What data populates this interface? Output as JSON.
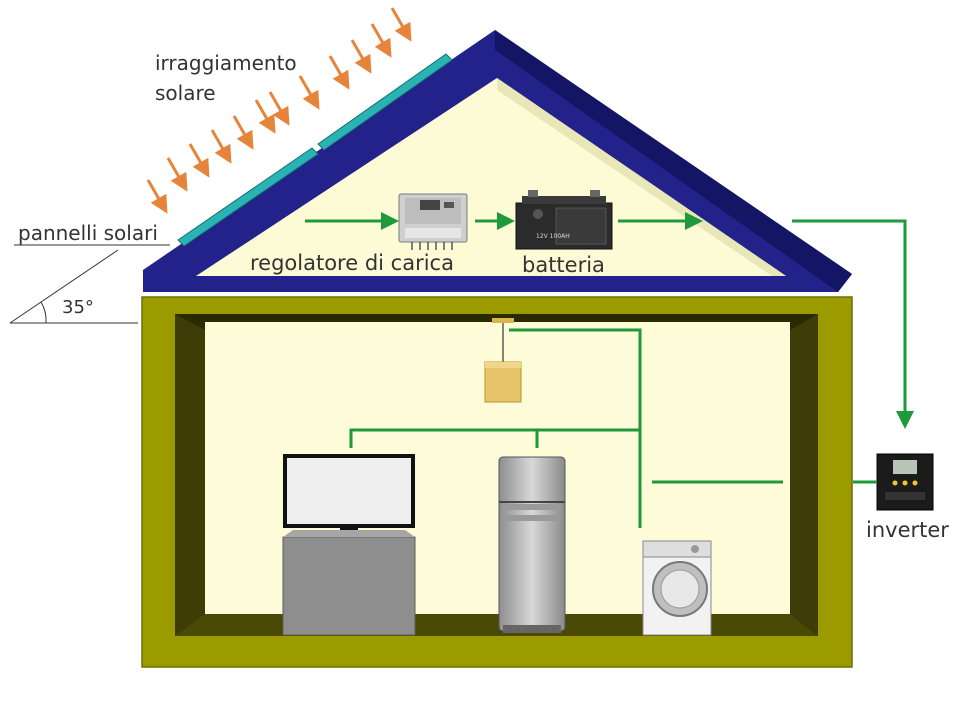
{
  "labels": {
    "irradiation_line1": "irraggiamento",
    "irradiation_line2": "solare",
    "solar_panels": "pannelli solari",
    "angle": "35°",
    "charge_controller": "regolatore di carica",
    "battery": "batteria",
    "inverter": "inverter"
  },
  "device_text": {
    "battery_model": "12V 100AH"
  },
  "colors": {
    "roof": "#22228a",
    "attic": "#fdfbd6",
    "walls": "#9b9b00",
    "interior": "#fefcd8",
    "panel": "#2ab3b3",
    "wire": "#1f9a3a",
    "sun_ray": "#e6843a"
  }
}
